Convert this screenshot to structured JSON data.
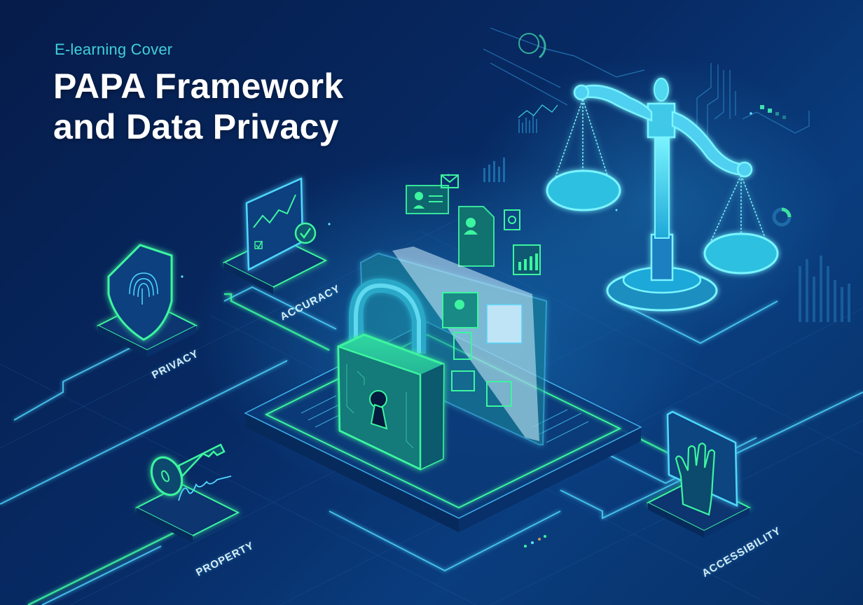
{
  "cover": {
    "subtitle": "E-learning Cover",
    "title_line_1": "PAPA Framework",
    "title_line_2": "and Data Privacy"
  },
  "pillars": [
    {
      "label": "PRIVACY",
      "icon": "shield-fingerprint-icon"
    },
    {
      "label": "ACCURACY",
      "icon": "chart-checklist-icon"
    },
    {
      "label": "PROPERTY",
      "icon": "key-signature-icon"
    },
    {
      "label": "ACCESSIBILITY",
      "icon": "hand-screen-icon"
    }
  ],
  "center": {
    "icons": [
      "padlock-icon",
      "folder-documents-icon",
      "profile-card-icon",
      "envelope-icon",
      "gear-icon",
      "bar-chart-icon"
    ]
  },
  "side_illustration": {
    "icon": "scales-of-justice-icon"
  },
  "colors": {
    "background_dark": "#061c4a",
    "background_mid": "#0a3d7e",
    "accent_cyan": "#3fd0dc",
    "accent_green": "#3df5a0",
    "glow_blue": "#4fd8ff",
    "title_white": "#ffffff"
  }
}
